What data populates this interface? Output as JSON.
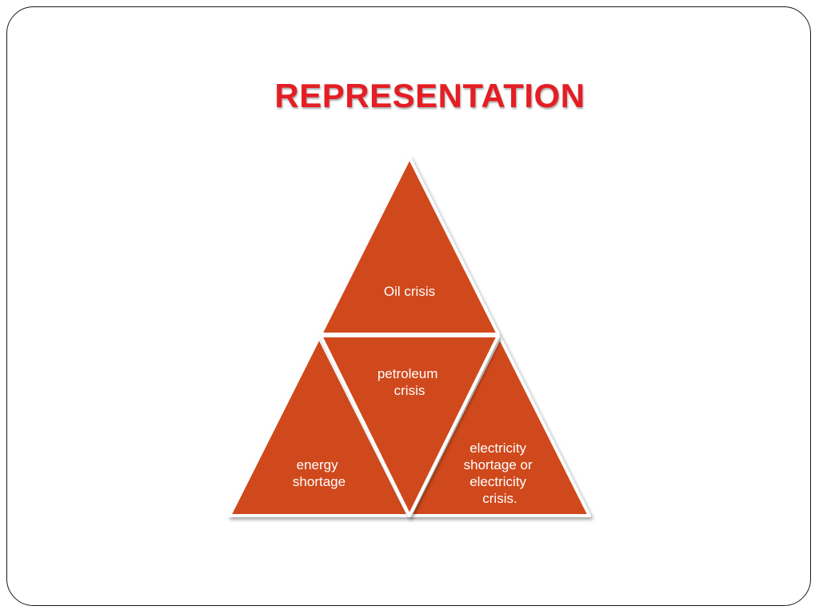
{
  "slide": {
    "title": "REPRESENTATION"
  },
  "pyramid": {
    "top": {
      "label_lines": [
        "Oil crisis"
      ]
    },
    "middle": {
      "label_lines": [
        "petroleum",
        "crisis"
      ]
    },
    "bottom_left": {
      "label_lines": [
        "energy",
        "shortage"
      ]
    },
    "bottom_right": {
      "label_lines": [
        "electricity",
        "shortage or",
        "electricity",
        "crisis."
      ]
    }
  },
  "colors": {
    "title": "#e41e24",
    "triangle_fill": "#cf4a1a",
    "triangle_stroke": "#ffffff",
    "frame": "#1a1a1a"
  }
}
